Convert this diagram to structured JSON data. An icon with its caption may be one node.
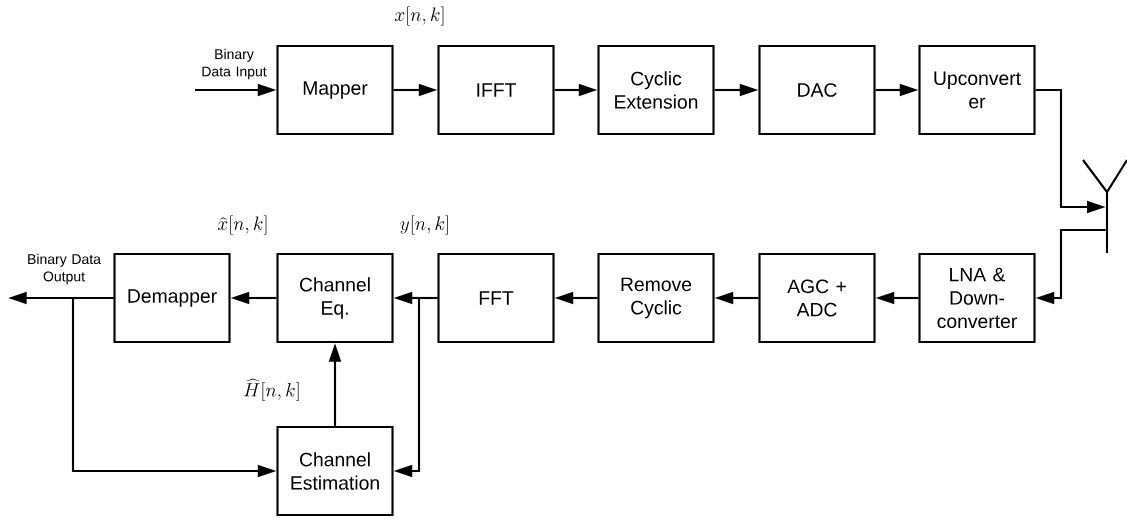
{
  "diagram": {
    "nodes": [
      {
        "text": [
          "Mapper"
        ]
      },
      {
        "text": [
          "IFFT"
        ]
      },
      {
        "text": [
          "Cyclic Extension"
        ]
      },
      {
        "text": [
          "DAC"
        ]
      },
      {
        "text": [
          "Upconvert er"
        ]
      },
      {
        "text": [],
        "shape": "antenna"
      },
      {
        "text": [
          "LNA & Down-converter"
        ]
      },
      {
        "text": [
          "AGC + ADC"
        ]
      },
      {
        "text": [
          "Remove Cyclic"
        ]
      },
      {
        "text": [
          "FFT"
        ]
      },
      {
        "text": [
          "Channel Eq."
        ]
      },
      {
        "text": [
          "Demapper"
        ]
      },
      {
        "text": [
          "Channel Estimation"
        ]
      }
    ],
    "edges": [
      {
        "from": null,
        "to": 0,
        "arrow": "to",
        "label": "Binary Data Input"
      },
      {
        "from": 0,
        "to": 1,
        "arrow": "to",
        "label": "x[n,k]"
      },
      {
        "from": 1,
        "to": 2,
        "arrow": "to"
      },
      {
        "from": 2,
        "to": 3,
        "arrow": "to"
      },
      {
        "from": 3,
        "to": 4,
        "arrow": "to"
      },
      {
        "from": 4,
        "to": 5,
        "arrow": "to"
      },
      {
        "from": 5,
        "to": 6,
        "arrow": "to"
      },
      {
        "from": 6,
        "to": 7,
        "arrow": "to"
      },
      {
        "from": 7,
        "to": 8,
        "arrow": "to"
      },
      {
        "from": 8,
        "to": 9,
        "arrow": "to"
      },
      {
        "from": 9,
        "to": 10,
        "arrow": "to",
        "label": "y[n,k]"
      },
      {
        "from": 9,
        "to": 12,
        "arrow": "to"
      },
      {
        "from": 10,
        "to": 11,
        "arrow": "to",
        "label": "\\widehat{x}[n,k]"
      },
      {
        "from": 11,
        "to": null,
        "arrow": "to",
        "label": "Binary Data Output"
      },
      {
        "from": 11,
        "to": 12,
        "arrow": "to"
      },
      {
        "from": 12,
        "to": 10,
        "arrow": "to",
        "label": "\\widehat{H}[n,k]"
      }
    ]
  }
}
